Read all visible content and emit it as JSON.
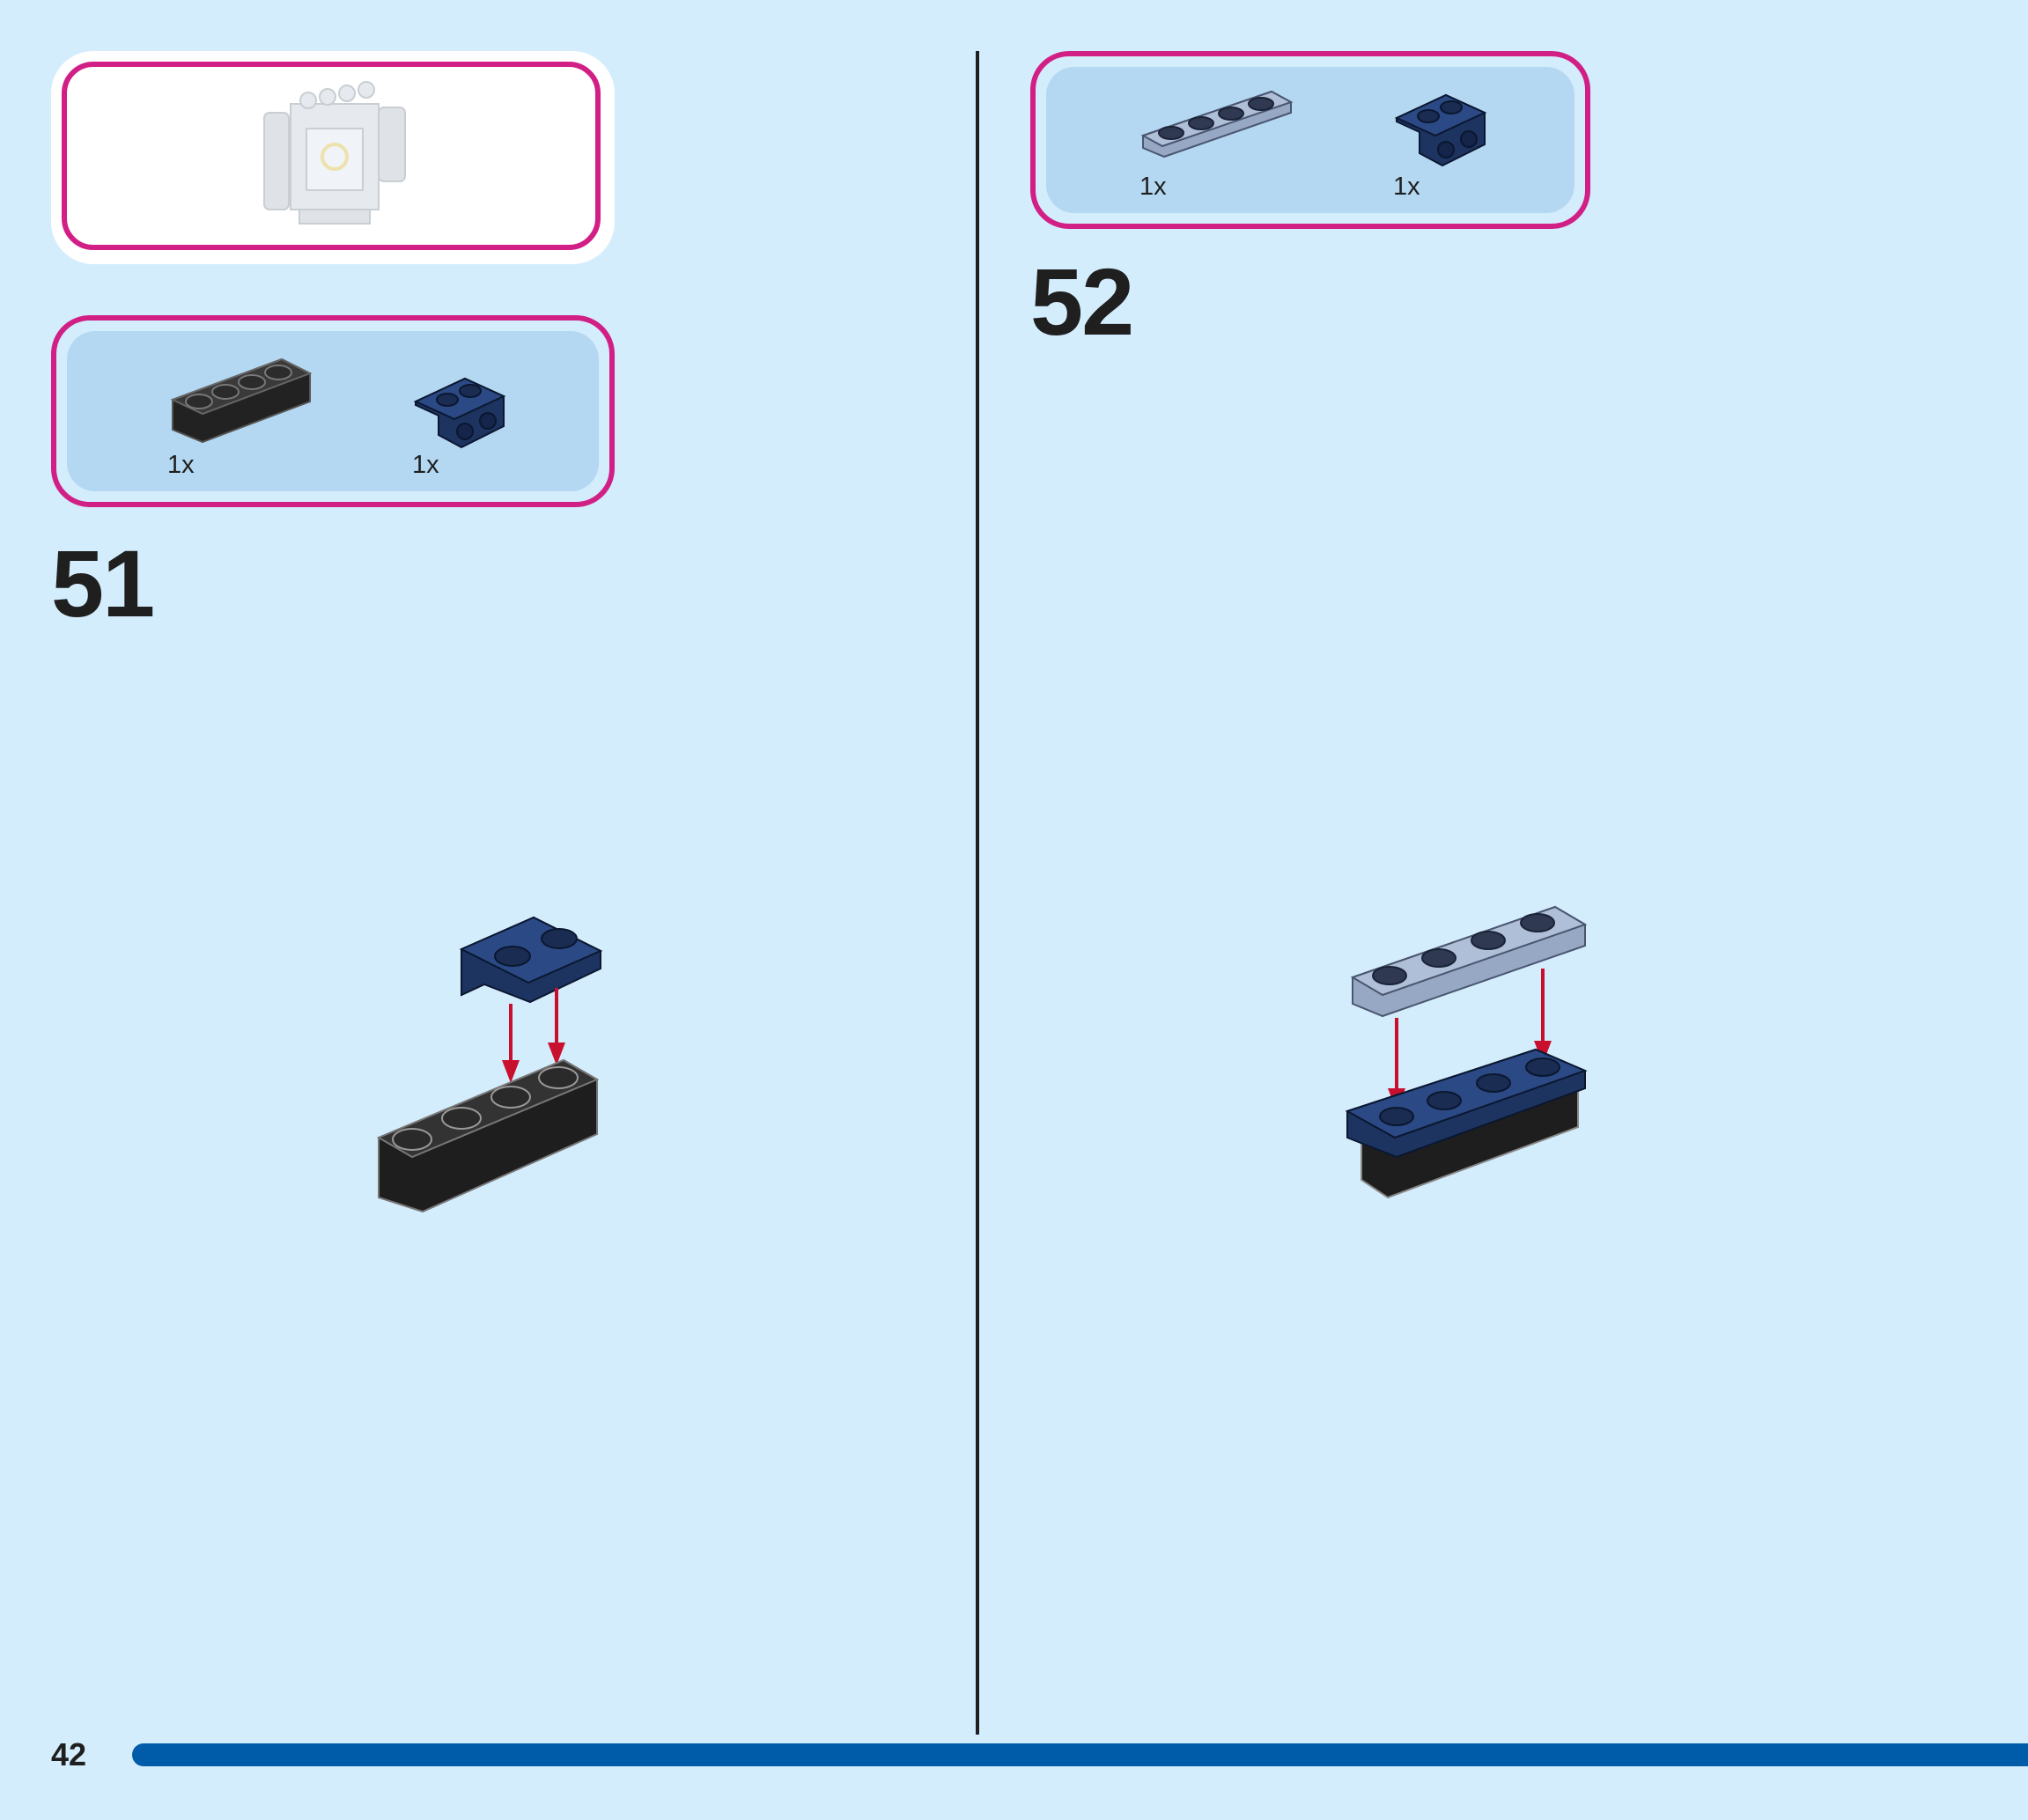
{
  "page": {
    "number": "42",
    "progress": 1.0
  },
  "steps": [
    {
      "number": "51",
      "parts": [
        {
          "qty": "1x",
          "icon": "black-curved-1x4-brick-icon"
        },
        {
          "qty": "1x",
          "icon": "blue-bracket-1x2-icon"
        }
      ]
    },
    {
      "number": "52",
      "parts": [
        {
          "qty": "1x",
          "icon": "gray-plate-1x4-icon"
        },
        {
          "qty": "1x",
          "icon": "blue-bracket-1x2-icon"
        }
      ]
    }
  ],
  "colors": {
    "background": "#d4edfc",
    "frame_border": "#d11f86",
    "parts_fill": "#b4d8f2",
    "arrow": "#c8102e",
    "progress_bar": "#005ba8",
    "black_brick": "#222222",
    "dark_blue_brick": "#1d3461",
    "light_gray_plate": "#97a8c4"
  }
}
